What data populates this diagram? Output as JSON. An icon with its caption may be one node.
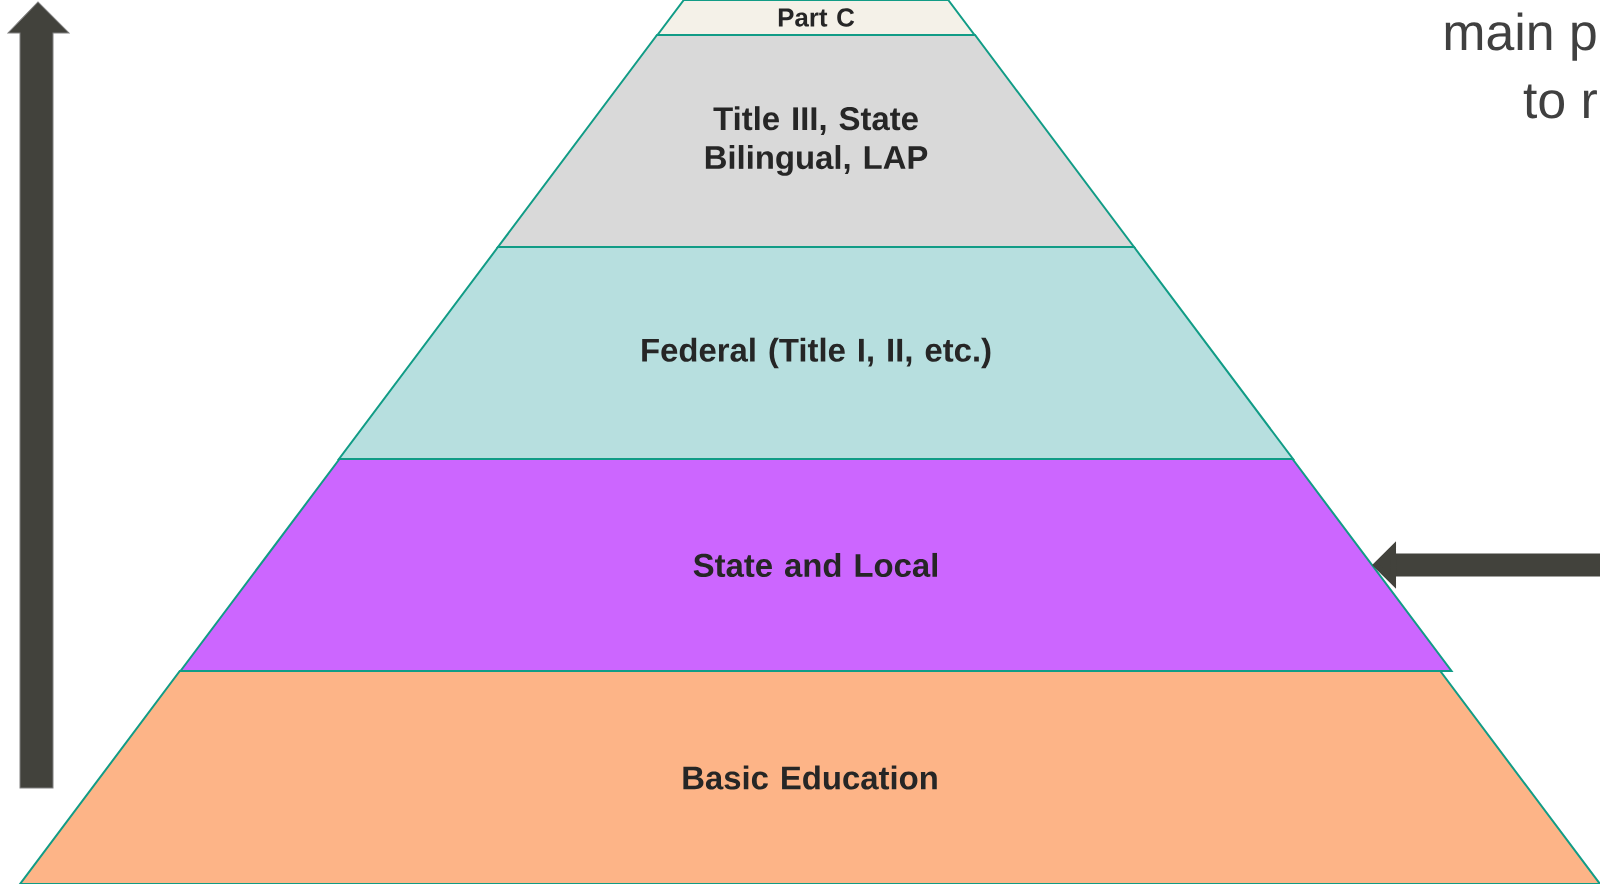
{
  "diagram": {
    "nodes": [
      {
        "text": [
          "Part C"
        ]
      },
      {
        "text": [
          "Title III, State Bilingual, LAP"
        ]
      },
      {
        "text": [
          "Federal (Title I, II, etc.)"
        ]
      },
      {
        "text": [
          "State and Local"
        ]
      },
      {
        "text": [
          "Basic Education"
        ]
      }
    ],
    "edges": [
      {
        "from": null,
        "to": 3,
        "arrow": "to"
      }
    ],
    "labels": [
      "main p",
      "to r"
    ]
  }
}
